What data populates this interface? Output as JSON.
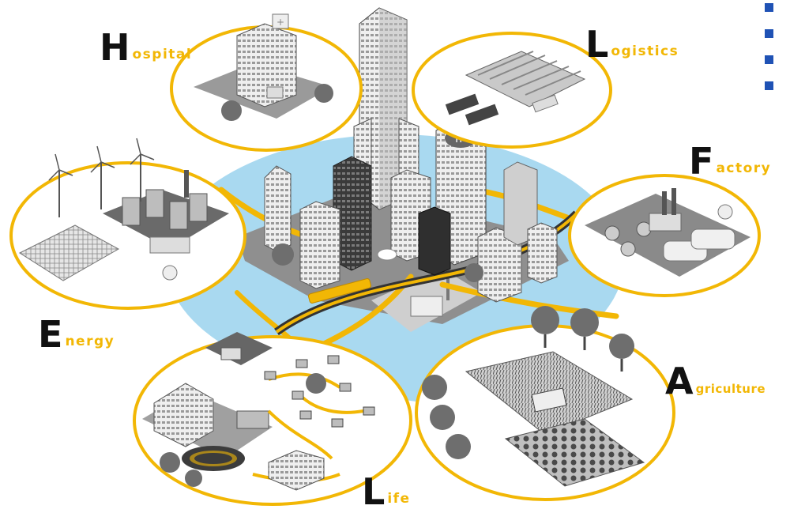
{
  "colors": {
    "accent": "#F2B705",
    "water": "#A9D9F0",
    "bullet": "#1F52B5",
    "dark": "#111111",
    "gray": "#9A9A9A",
    "light_gray": "#D9D9D9",
    "tree": "#6E6E6E"
  },
  "labels": [
    {
      "key": "hospital",
      "initial": "H",
      "rest": "ospital"
    },
    {
      "key": "logistics",
      "initial": "L",
      "rest": "ogistics"
    },
    {
      "key": "factory",
      "initial": "F",
      "rest": "actory"
    },
    {
      "key": "energy",
      "initial": "E",
      "rest": "nergy"
    },
    {
      "key": "agriculture",
      "initial": "A",
      "rest": "griculture"
    },
    {
      "key": "life",
      "initial": "L",
      "rest": "ife"
    }
  ],
  "bullets": {
    "count": 4
  }
}
